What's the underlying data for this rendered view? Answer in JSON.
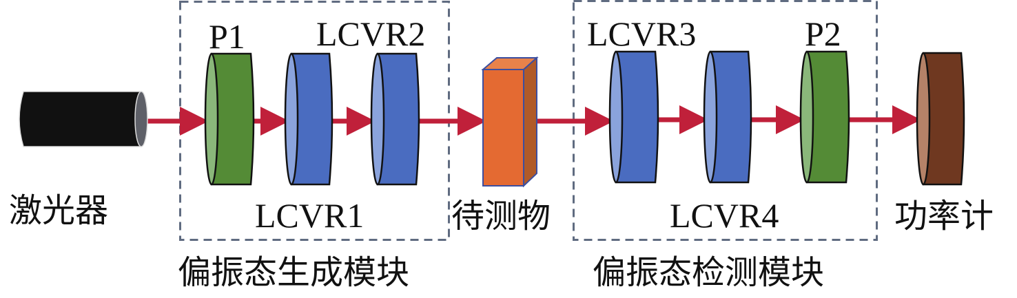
{
  "diagram": {
    "title": "Polarization measurement optical setup",
    "colors": {
      "beam": "#c0203a",
      "polarizer_body": "#548b36",
      "polarizer_face": "#8ab77a",
      "lcvr_body": "#4a6cc0",
      "lcvr_face": "#8aa3dc",
      "sample_front": "#e46a32",
      "sample_top": "#e8824a",
      "sample_side": "#b05a28",
      "meter_body": "#6f3820",
      "meter_face": "#b58268",
      "laser_body": "#111111",
      "laser_face": "#5e6068",
      "module_border": "#5f6b80"
    },
    "components": [
      {
        "id": "laser",
        "label": "激光器",
        "icon": "laser-cylinder-icon"
      },
      {
        "id": "p1",
        "label": "P1",
        "icon": "polarizer-icon"
      },
      {
        "id": "lcvr1",
        "label": "LCVR1",
        "icon": "lcvr-icon"
      },
      {
        "id": "lcvr2",
        "label": "LCVR2",
        "icon": "lcvr-icon"
      },
      {
        "id": "sample",
        "label": "待测物",
        "icon": "sample-block-icon"
      },
      {
        "id": "lcvr3",
        "label": "LCVR3",
        "icon": "lcvr-icon"
      },
      {
        "id": "lcvr4",
        "label": "LCVR4",
        "icon": "lcvr-icon"
      },
      {
        "id": "p2",
        "label": "P2",
        "icon": "polarizer-icon"
      },
      {
        "id": "meter",
        "label": "功率计",
        "icon": "power-meter-icon"
      }
    ],
    "modules": [
      {
        "id": "psg",
        "label": "偏振态生成模块",
        "members": [
          "p1",
          "lcvr1",
          "lcvr2"
        ]
      },
      {
        "id": "psa",
        "label": "偏振态检测模块",
        "members": [
          "lcvr3",
          "lcvr4",
          "p2"
        ]
      }
    ],
    "connections": [
      {
        "from": "laser",
        "to": "p1"
      },
      {
        "from": "p1",
        "to": "lcvr1"
      },
      {
        "from": "lcvr1",
        "to": "lcvr2"
      },
      {
        "from": "lcvr2",
        "to": "sample"
      },
      {
        "from": "sample",
        "to": "lcvr3"
      },
      {
        "from": "lcvr3",
        "to": "lcvr4"
      },
      {
        "from": "lcvr4",
        "to": "p2"
      },
      {
        "from": "p2",
        "to": "meter"
      }
    ]
  }
}
